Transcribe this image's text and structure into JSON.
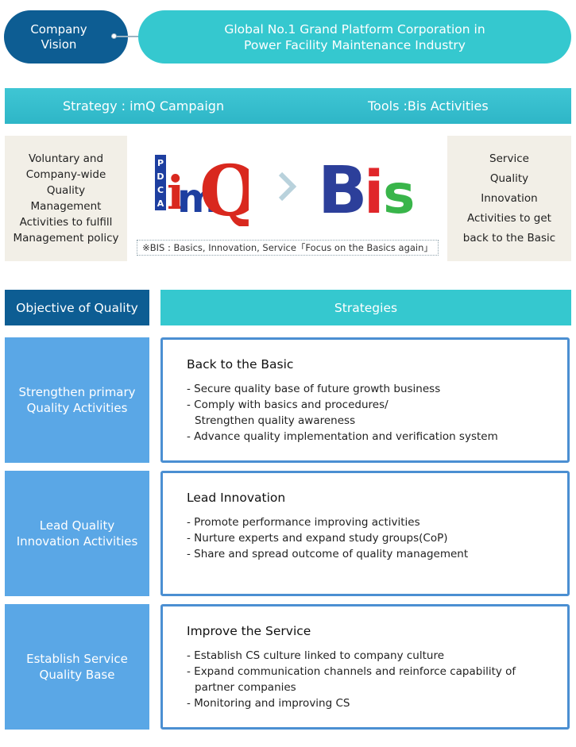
{
  "vision": {
    "label_line1": "Company",
    "label_line2": "Vision",
    "statement_line1": "Global No.1 Grand Platform Corporation in",
    "statement_line2": "Power Facility Maintenance Industry"
  },
  "strategy_bar": {
    "left": "Strategy : imQ Campaign",
    "right": "Tools :Bis Activities"
  },
  "left_box": {
    "lines": [
      "Voluntary and",
      "Company-wide",
      "Quality",
      "Management",
      "Activities to fulfill",
      "Management policy"
    ]
  },
  "right_box": {
    "lines": [
      "Service",
      "Quality",
      "Innovation",
      "Activities to get",
      "back to the Basic"
    ]
  },
  "logos": {
    "imq_side_letters": [
      "P",
      "D",
      "C",
      "A"
    ],
    "imq_i": "i",
    "imq_m": "m",
    "imq_q": "Q",
    "bis_b": "B",
    "bis_i": "i",
    "bis_s": "s",
    "note": "※BIS : Basics, Innovation, Service「Focus on the Basics again」"
  },
  "headers": {
    "objective": "Objective of Quality",
    "strategies": "Strategies"
  },
  "rows": [
    {
      "objective_line1": "Strengthen primary",
      "objective_line2": "Quality Activities",
      "title": "Back to the Basic",
      "items": [
        "- Secure quality base of future growth business",
        "- Comply with basics and procedures/",
        "Strengthen quality awareness",
        "- Advance quality implementation and verification system"
      ]
    },
    {
      "objective_line1": "Lead Quality",
      "objective_line2": "Innovation Activities",
      "title": "Lead Innovation",
      "items": [
        "- Promote performance improving activities",
        "- Nurture experts and expand study groups(CoP)",
        "- Share and spread outcome of quality management"
      ]
    },
    {
      "objective_line1": "Establish Service",
      "objective_line2": "Quality Base",
      "title": "Improve the Service",
      "items": [
        "- Establish CS culture linked to company culture",
        "- Expand communication channels and reinforce capability of",
        "partner companies",
        "- Monitoring and improving CS"
      ]
    }
  ],
  "colors": {
    "navy": "#0d5d93",
    "teal": "#35c8cf",
    "blue": "#5aa7e6",
    "beige": "#f2efe7"
  }
}
